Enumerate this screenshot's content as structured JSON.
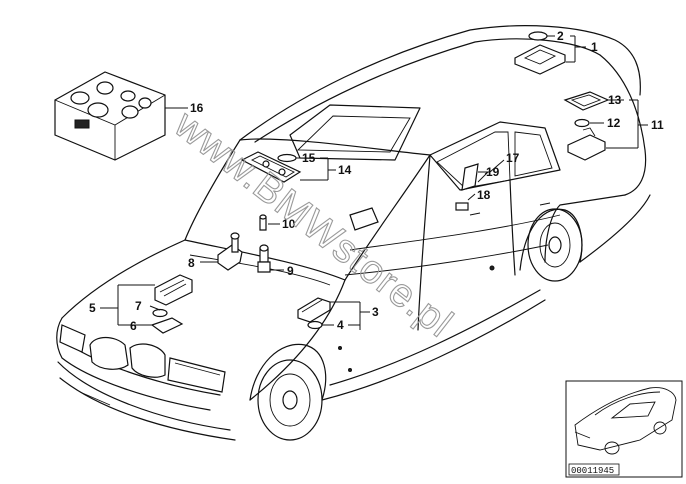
{
  "callouts": {
    "c1": "1",
    "c2": "2",
    "c3": "3",
    "c4": "4",
    "c5": "5",
    "c6": "6",
    "c7": "7",
    "c8": "8",
    "c9": "9",
    "c10": "10",
    "c11": "11",
    "c12": "12",
    "c13": "13",
    "c14": "14",
    "c15": "15",
    "c16": "16",
    "c17": "17",
    "c18": "18",
    "c19": "19"
  },
  "watermark": "www.BMWstore.pl",
  "thumbnail": {
    "ref_number": "00011945"
  }
}
